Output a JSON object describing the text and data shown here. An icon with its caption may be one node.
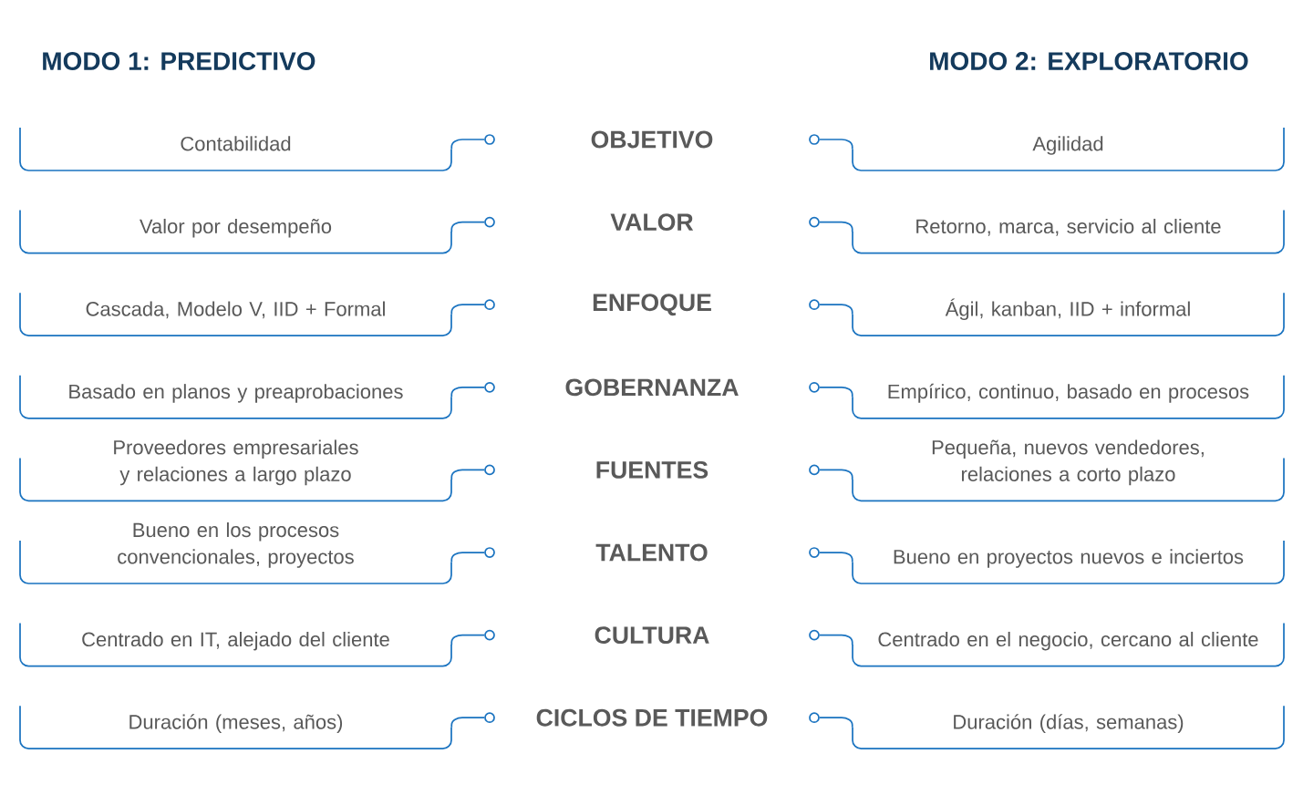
{
  "diagram": {
    "nodes": [
      {
        "text": [
          "Contabilidad"
        ]
      },
      {
        "text": [
          "OBJETIVO"
        ]
      },
      {
        "text": [
          "Agilidad"
        ]
      },
      {
        "text": [
          "Valor por desempeño"
        ]
      },
      {
        "text": [
          "VALOR"
        ]
      },
      {
        "text": [
          "Retorno, marca, servicio al cliente"
        ]
      },
      {
        "text": [
          "Cascada, Modelo V, IID + Formal"
        ]
      },
      {
        "text": [
          "ENFOQUE"
        ]
      },
      {
        "text": [
          "Ágil, kanban, IID + informal"
        ]
      },
      {
        "text": [
          "Basado en planos y preaprobaciones"
        ]
      },
      {
        "text": [
          "GOBERNANZA"
        ]
      },
      {
        "text": [
          "Empírico, continuo, basado en procesos"
        ]
      },
      {
        "text": [
          "Proveedores empresariales y relaciones a largo plazo"
        ]
      },
      {
        "text": [
          "FUENTES"
        ]
      },
      {
        "text": [
          "Pequeña, nuevos vendedores, relaciones a corto plazo"
        ]
      },
      {
        "text": [
          "Bueno en los procesos convencionales, proyectos"
        ]
      },
      {
        "text": [
          "TALENTO"
        ]
      },
      {
        "text": [
          "Bueno en proyectos nuevos e inciertos"
        ]
      },
      {
        "text": [
          "Centrado en IT, alejado del cliente"
        ]
      },
      {
        "text": [
          "CULTURA"
        ]
      },
      {
        "text": [
          "Centrado en el negocio, cercano al cliente"
        ]
      },
      {
        "text": [
          "Duración (meses, años)"
        ]
      },
      {
        "text": [
          "CICLOS DE TIEMPO"
        ]
      },
      {
        "text": [
          "Duración (días, semanas)"
        ]
      },
      {
        "text": [],
        "shape": "circle"
      },
      {
        "text": [],
        "shape": "circle"
      },
      {
        "text": [],
        "shape": "circle"
      },
      {
        "text": [],
        "shape": "circle"
      },
      {
        "text": [],
        "shape": "circle"
      },
      {
        "text": [],
        "shape": "circle"
      },
      {
        "text": [],
        "shape": "circle"
      },
      {
        "text": [],
        "shape": "circle"
      },
      {
        "text": [],
        "shape": "circle"
      },
      {
        "text": [],
        "shape": "circle"
      },
      {
        "text": [],
        "shape": "circle"
      },
      {
        "text": [],
        "shape": "circle"
      },
      {
        "text": [],
        "shape": "circle"
      },
      {
        "text": [],
        "shape": "circle"
      },
      {
        "text": [],
        "shape": "circle"
      },
      {
        "text": [],
        "shape": "circle"
      }
    ],
    "edges": [
      {
        "from": 0,
        "to": 24,
        "arrow": "none"
      },
      {
        "from": 2,
        "to": 25,
        "arrow": "none"
      },
      {
        "from": 3,
        "to": 26,
        "arrow": "none"
      },
      {
        "from": 5,
        "to": 27,
        "arrow": "none"
      },
      {
        "from": 6,
        "to": 28,
        "arrow": "none"
      },
      {
        "from": 8,
        "to": 29,
        "arrow": "none"
      },
      {
        "from": 9,
        "to": 30,
        "arrow": "none"
      },
      {
        "from": 11,
        "to": 31,
        "arrow": "none"
      },
      {
        "from": 12,
        "to": 32,
        "arrow": "none"
      },
      {
        "from": 14,
        "to": 33,
        "arrow": "none"
      },
      {
        "from": 15,
        "to": 34,
        "arrow": "none"
      },
      {
        "from": 17,
        "to": 35,
        "arrow": "none"
      },
      {
        "from": 18,
        "to": 36,
        "arrow": "none"
      },
      {
        "from": 20,
        "to": 37,
        "arrow": "none"
      },
      {
        "from": 21,
        "to": 38,
        "arrow": "none"
      },
      {
        "from": 23,
        "to": 39,
        "arrow": "none"
      }
    ],
    "labels": [
      "MODO 1: PREDICTIVO",
      "MODO 2: EXPLORATORIO"
    ]
  }
}
